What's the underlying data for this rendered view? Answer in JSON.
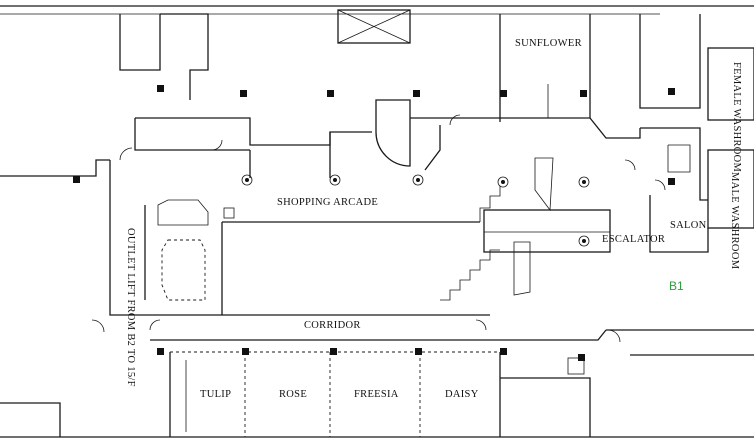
{
  "labels": {
    "sunflower": "SUNFLOWER",
    "female_washroom": "FEMALE WASHROOM",
    "male_washroom": "MALE WASHROOM",
    "shopping_arcade": "SHOPPING ARCADE",
    "salon": "SALON",
    "escalator": "ESCALATOR",
    "floor": "B1",
    "outlet_lift": "OUTLET LIFT FROM B2 TO 15/F",
    "corridor": "CORRIDOR",
    "tulip": "TULIP",
    "rose": "ROSE",
    "freesia": "FREESIA",
    "daisy": "DAISY"
  },
  "colors": {
    "floor_label": "#2e9e3e",
    "lines": "#1a1a1a"
  }
}
